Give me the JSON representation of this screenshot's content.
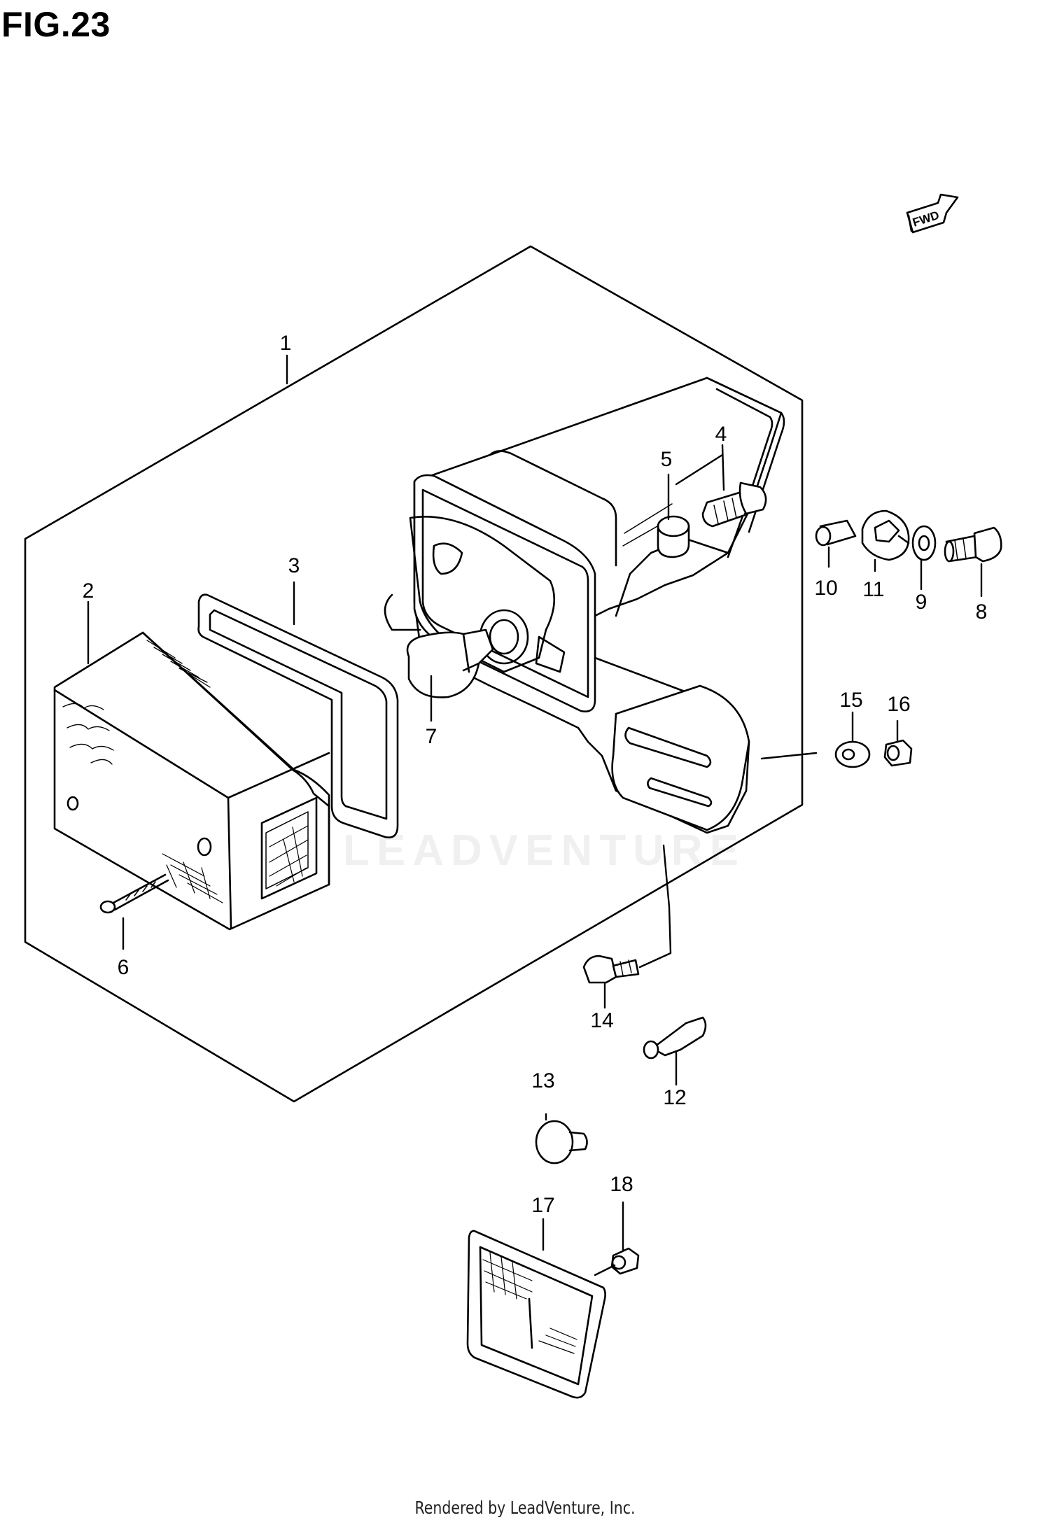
{
  "figure": {
    "title": "FIG.23"
  },
  "direction_badge": {
    "label": "FWD"
  },
  "callouts": [
    {
      "id": "1",
      "label": "1"
    },
    {
      "id": "2",
      "label": "2"
    },
    {
      "id": "3",
      "label": "3"
    },
    {
      "id": "4",
      "label": "4"
    },
    {
      "id": "5",
      "label": "5"
    },
    {
      "id": "6",
      "label": "6"
    },
    {
      "id": "7",
      "label": "7"
    },
    {
      "id": "8",
      "label": "8"
    },
    {
      "id": "9",
      "label": "9"
    },
    {
      "id": "10",
      "label": "10"
    },
    {
      "id": "11",
      "label": "11"
    },
    {
      "id": "12",
      "label": "12"
    },
    {
      "id": "13",
      "label": "13"
    },
    {
      "id": "14",
      "label": "14"
    },
    {
      "id": "15",
      "label": "15"
    },
    {
      "id": "16",
      "label": "16"
    },
    {
      "id": "17",
      "label": "17"
    },
    {
      "id": "18",
      "label": "18"
    }
  ],
  "watermark": "LEADVENTURE",
  "footer": "Rendered by LeadVenture, Inc."
}
